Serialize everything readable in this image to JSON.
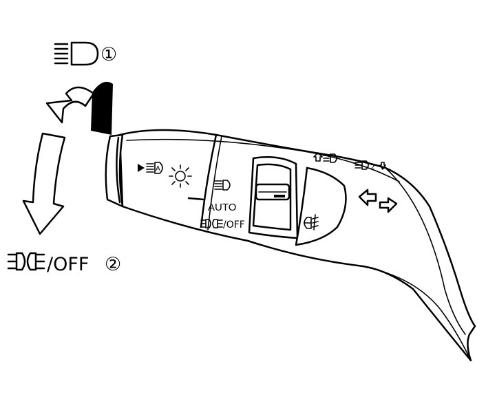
{
  "labels": {
    "position_1": "①",
    "position_2": "②",
    "off_text": "/OFF",
    "auto_text": "AUTO",
    "off_small": "/OFF"
  },
  "icons": {
    "headlight": "low-beam-headlight-icon",
    "parking_light": "parking-light-icon",
    "auto_headlight": "auto-headlight-icon",
    "fog_light": "rear-fog-light-icon",
    "turn_signals": "turn-signal-arrows-icon",
    "sun": "light-sensor-sun-icon"
  },
  "colors": {
    "ink": "#000000",
    "background": "#ffffff"
  }
}
